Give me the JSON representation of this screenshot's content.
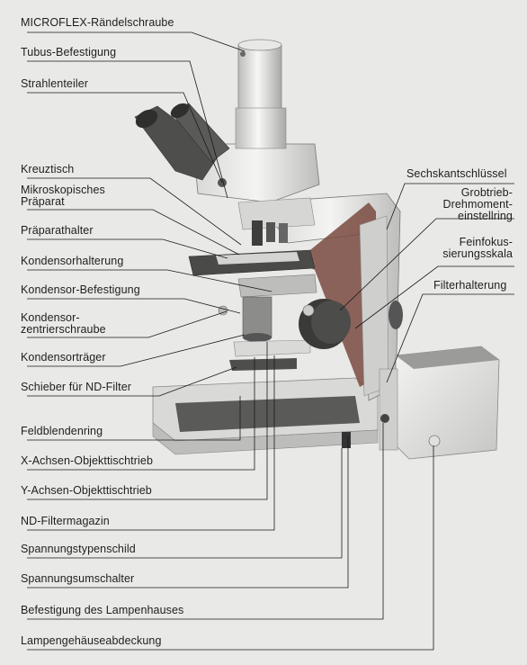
{
  "labels_left": [
    {
      "id": "microflex",
      "text": "MICROFLEX-Rändelschraube"
    },
    {
      "id": "tubus",
      "text": "Tubus-Befestigung"
    },
    {
      "id": "strahlenteiler",
      "text": "Strahlenteiler"
    },
    {
      "id": "kreuztisch",
      "text": "Kreuztisch"
    },
    {
      "id": "praeparat",
      "text": "Mikroskopisches\nPräparat"
    },
    {
      "id": "praeparathalter",
      "text": "Präparathalter"
    },
    {
      "id": "kondensorhalterung",
      "text": "Kondensorhalterung"
    },
    {
      "id": "kondensorbefestigung",
      "text": "Kondensor-Befestigung"
    },
    {
      "id": "zentrierschraube",
      "text": "Kondensor-\nzentrierschraube"
    },
    {
      "id": "kondensortraeger",
      "text": "Kondensorträger"
    },
    {
      "id": "schieber",
      "text": "Schieber für ND-Filter"
    },
    {
      "id": "feldblendenring",
      "text": "Feldblendenring"
    },
    {
      "id": "xachse",
      "text": "X-Achsen-Objekttischtrieb"
    },
    {
      "id": "yachse",
      "text": "Y-Achsen-Objekttischtrieb"
    },
    {
      "id": "ndmagazin",
      "text": "ND-Filtermagazin"
    },
    {
      "id": "typenschild",
      "text": "Spannungstypenschild"
    },
    {
      "id": "umschalter",
      "text": "Spannungsumschalter"
    },
    {
      "id": "lampenhausbef",
      "text": "Befestigung des Lampenhauses"
    },
    {
      "id": "abdeckung",
      "text": "Lampengehäuseabdeckung"
    }
  ],
  "labels_right": [
    {
      "id": "sechskant",
      "text": "Sechskantschlüssel"
    },
    {
      "id": "grobtrieb",
      "text": "Grobtrieb-\nDrehmoment-\neinstellring"
    },
    {
      "id": "feinfokus",
      "text": "Feinfokus-\nsierungsskala"
    },
    {
      "id": "filterhalterung",
      "text": "Filterhalterung"
    }
  ]
}
